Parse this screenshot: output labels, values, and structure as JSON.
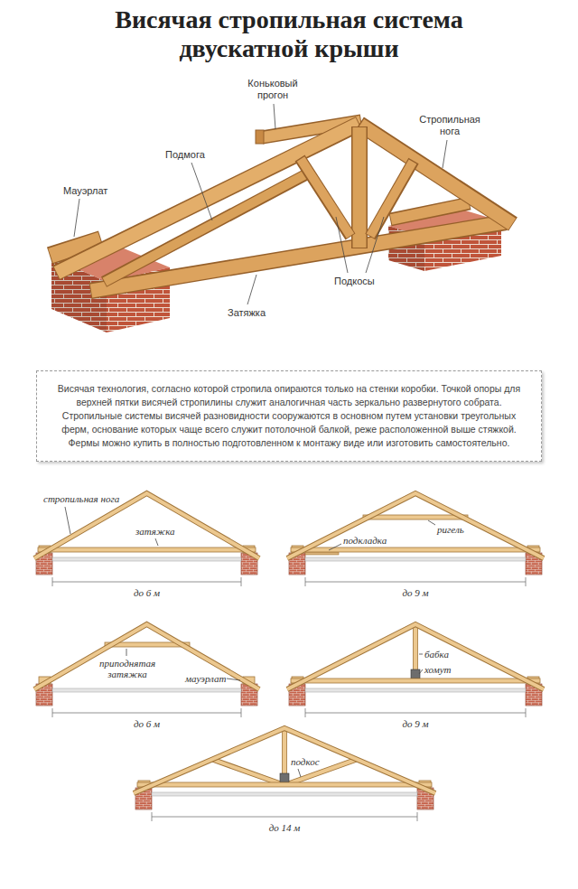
{
  "diagram": {
    "title": "Висячая стропильная система двускатной крыши",
    "nodes": [
      {
        "text": [
          "Висячая технология, согласно которой стропила опираются только на стенки коробки. Точкой опоры для верхней пятки висячей стропилины служит аналогичная часть зеркально развернутого собрата. Стропильные системы висячей разновидности сооружаются в основном путем установки треугольных ферм, основание которых чаще всего служит потолочной балкой, реже расположенной выше стяжкой. Фермы можно купить в полностью подготовленном к монтажу виде или изготовить самостоятельно."
        ]
      }
    ],
    "labels": [
      "Коньковый прогон",
      "Стропильная нога",
      "Подмога",
      "Мауэрлат",
      "Подкосы",
      "Затяжка",
      "стропильная нога",
      "затяжка",
      "до 6 м",
      "ригель",
      "подкладка",
      "до 9 м",
      "приподнятая затяжка",
      "мауэрлат",
      "до 6 м",
      "бабка",
      "хомут",
      "до 9 м",
      "подкос",
      "до 14 м"
    ]
  }
}
